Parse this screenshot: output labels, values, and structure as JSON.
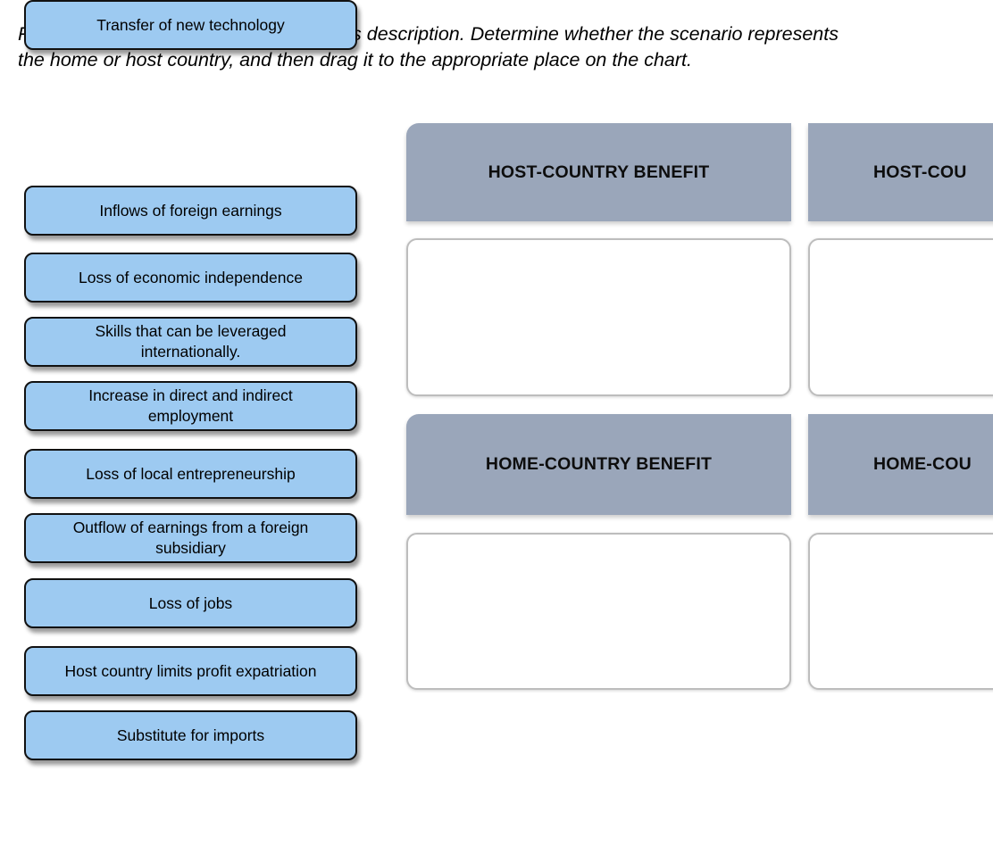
{
  "instructions": {
    "line1": "Roll over each item on the left to read its description. Determine whether the scenario represents",
    "line2": "the home or host country, and then drag it to the appropriate place on the chart."
  },
  "items": [
    "Inflows of foreign earnings",
    "Loss of economic independence",
    "Skills that can be leveraged internationally.",
    "Increase in direct and indirect employment",
    "Loss of local entrepreneurship",
    "Outflow of earnings from a foreign subsidiary",
    "Loss of jobs",
    "Host country limits profit expatriation",
    "Substitute for imports",
    "Transfer of new technology"
  ],
  "chart": {
    "headers": {
      "host_benefit": "HOST-COUNTRY BENEFIT",
      "host_cost_partial": "HOST-COU",
      "home_benefit": "HOME-COUNTRY BENEFIT",
      "home_cost_partial": "HOME-COU"
    },
    "drop_zones": [
      "host-benefit-zone",
      "host-cost-zone",
      "home-benefit-zone",
      "home-cost-zone"
    ]
  },
  "colors": {
    "item_fill": "#9dcaf1",
    "item_border": "#111111",
    "header_fill": "#9aa6ba",
    "zone_border": "#bdbdbd",
    "background": "#ffffff",
    "text": "#000000"
  }
}
